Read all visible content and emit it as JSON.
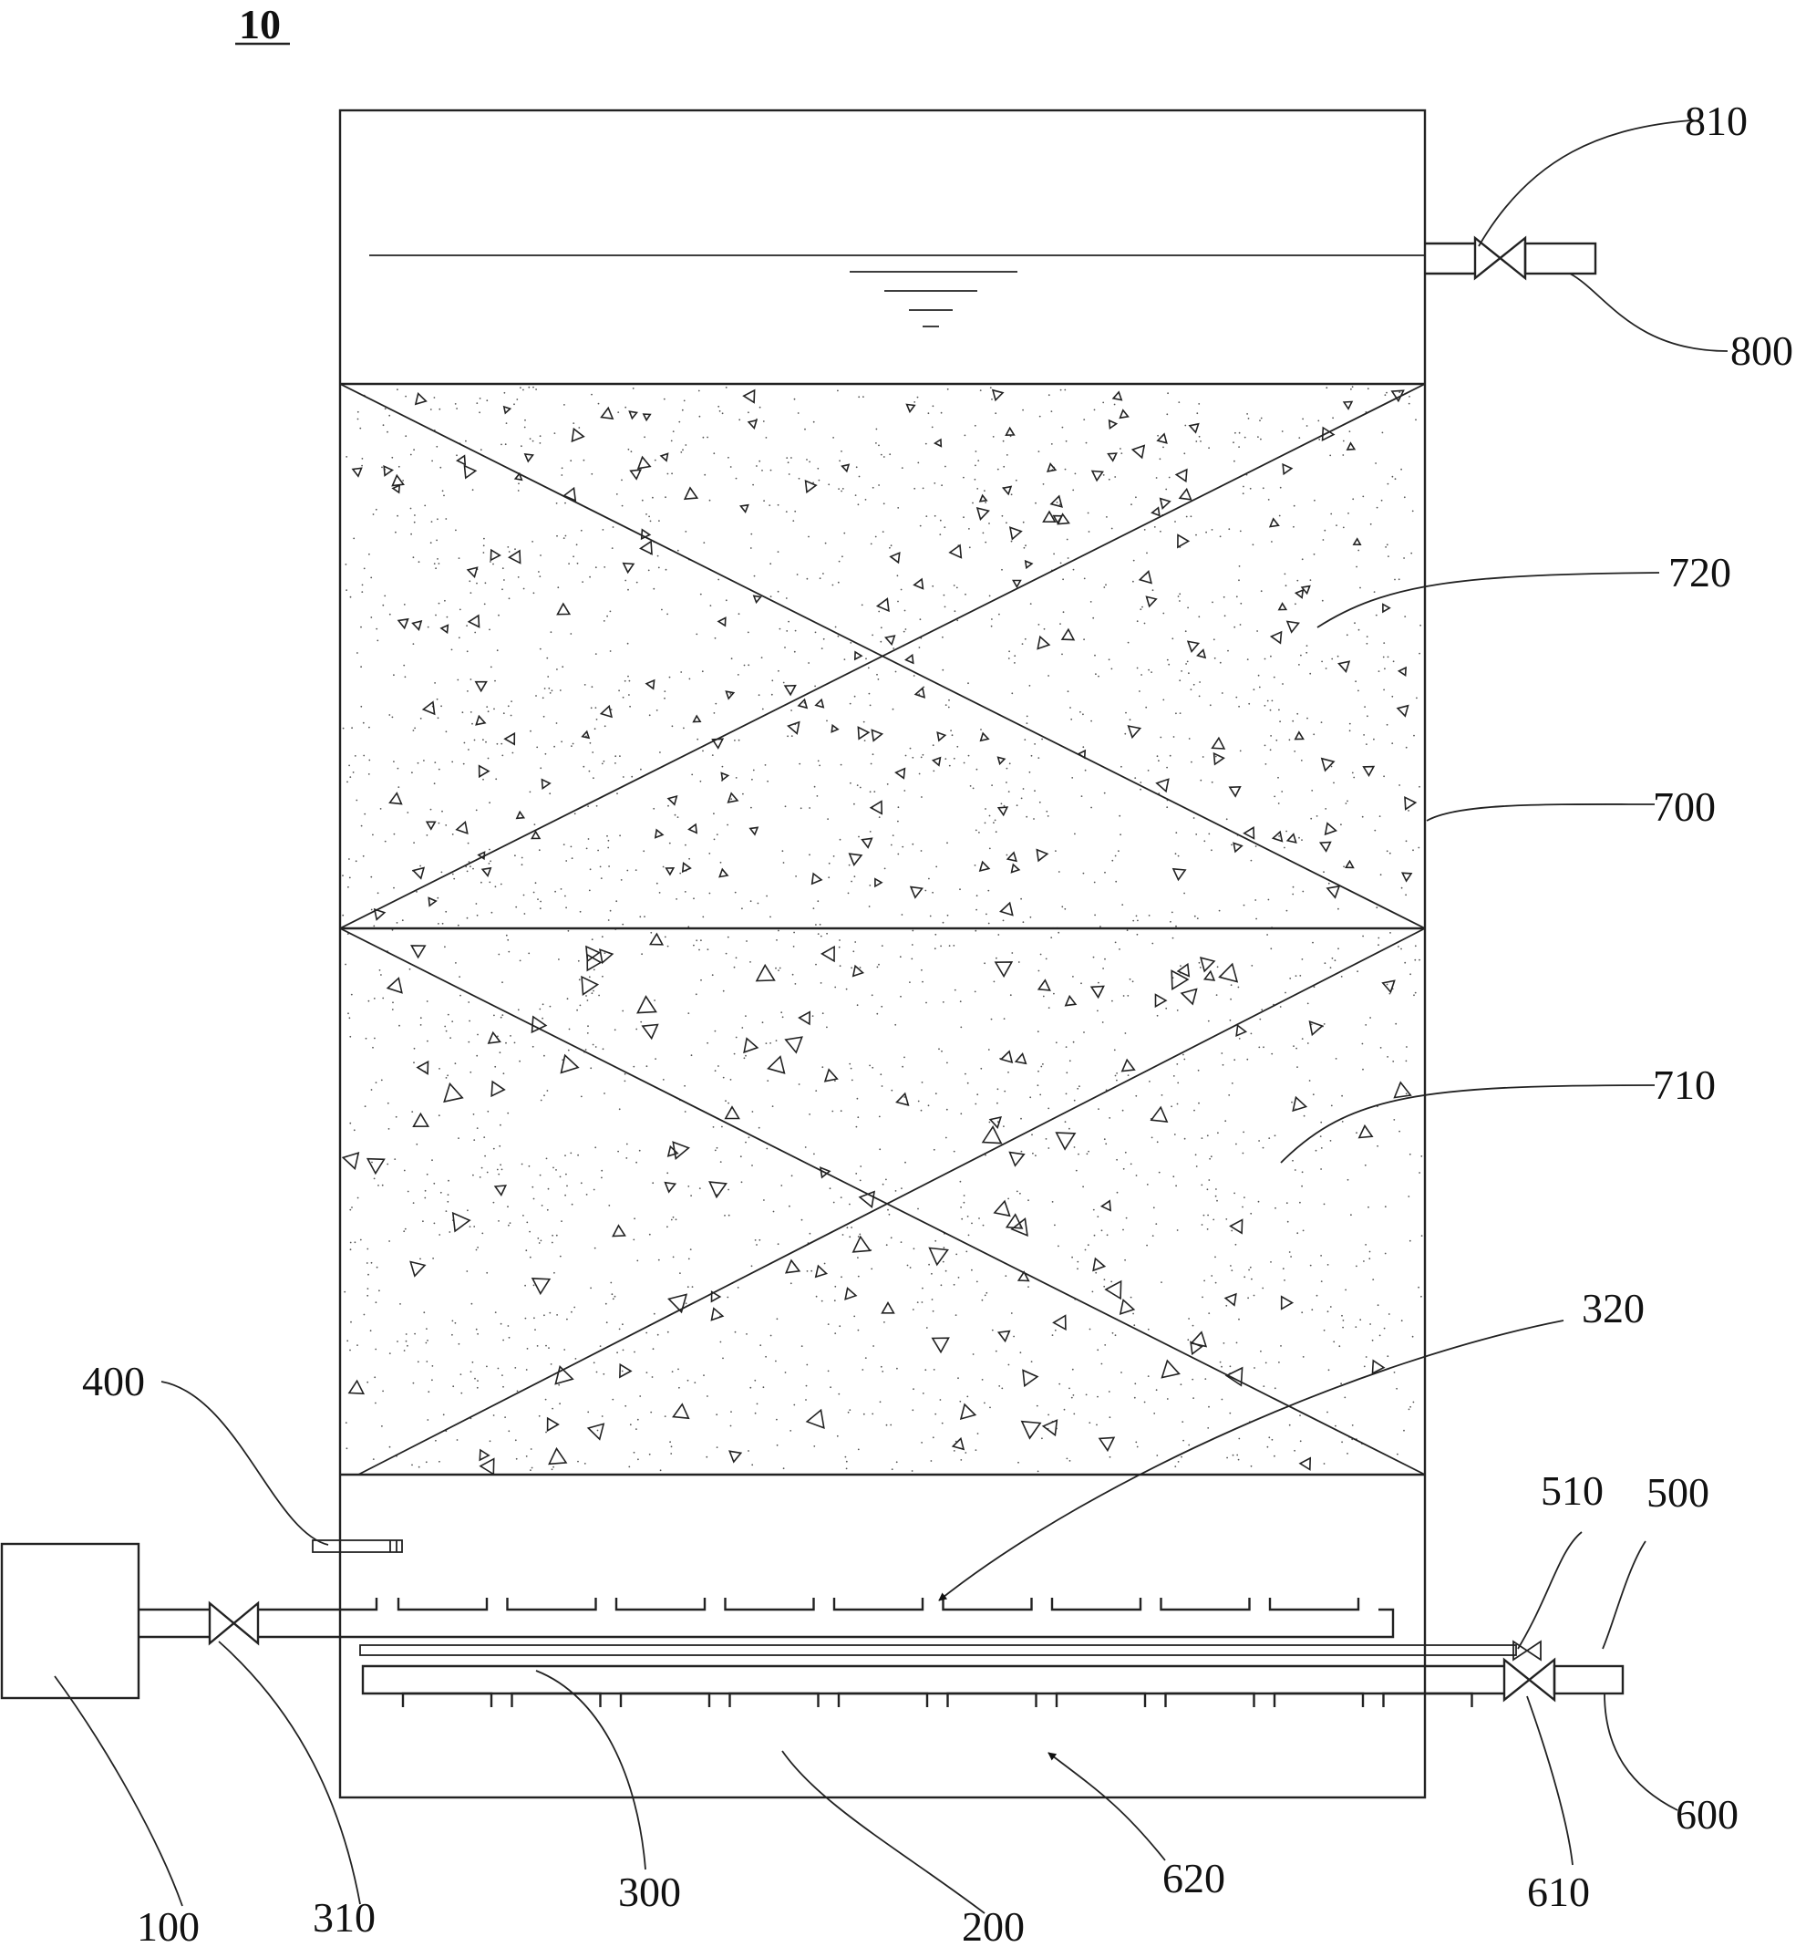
{
  "figure_number": "10",
  "labels": {
    "l810": "810",
    "l800": "800",
    "l720": "720",
    "l700": "700",
    "l710": "710",
    "l320": "320",
    "l400": "400",
    "l510": "510",
    "l500": "500",
    "l100": "100",
    "l310": "310",
    "l300": "300",
    "l200": "200",
    "l620": "620",
    "l610": "610",
    "l600": "600"
  }
}
